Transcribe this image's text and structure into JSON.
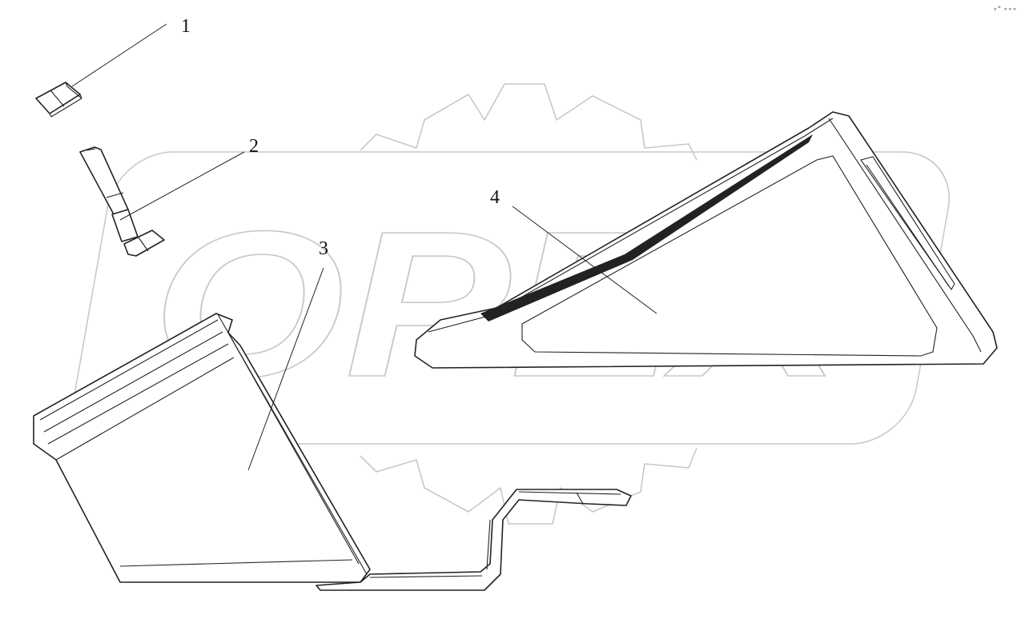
{
  "diagram": {
    "watermark": "OPEX",
    "callouts": [
      {
        "id": "1",
        "label": "1"
      },
      {
        "id": "2",
        "label": "2"
      },
      {
        "id": "3",
        "label": "3"
      },
      {
        "id": "4",
        "label": "4"
      }
    ],
    "corner_mark": "∘° ∘∘∘"
  }
}
